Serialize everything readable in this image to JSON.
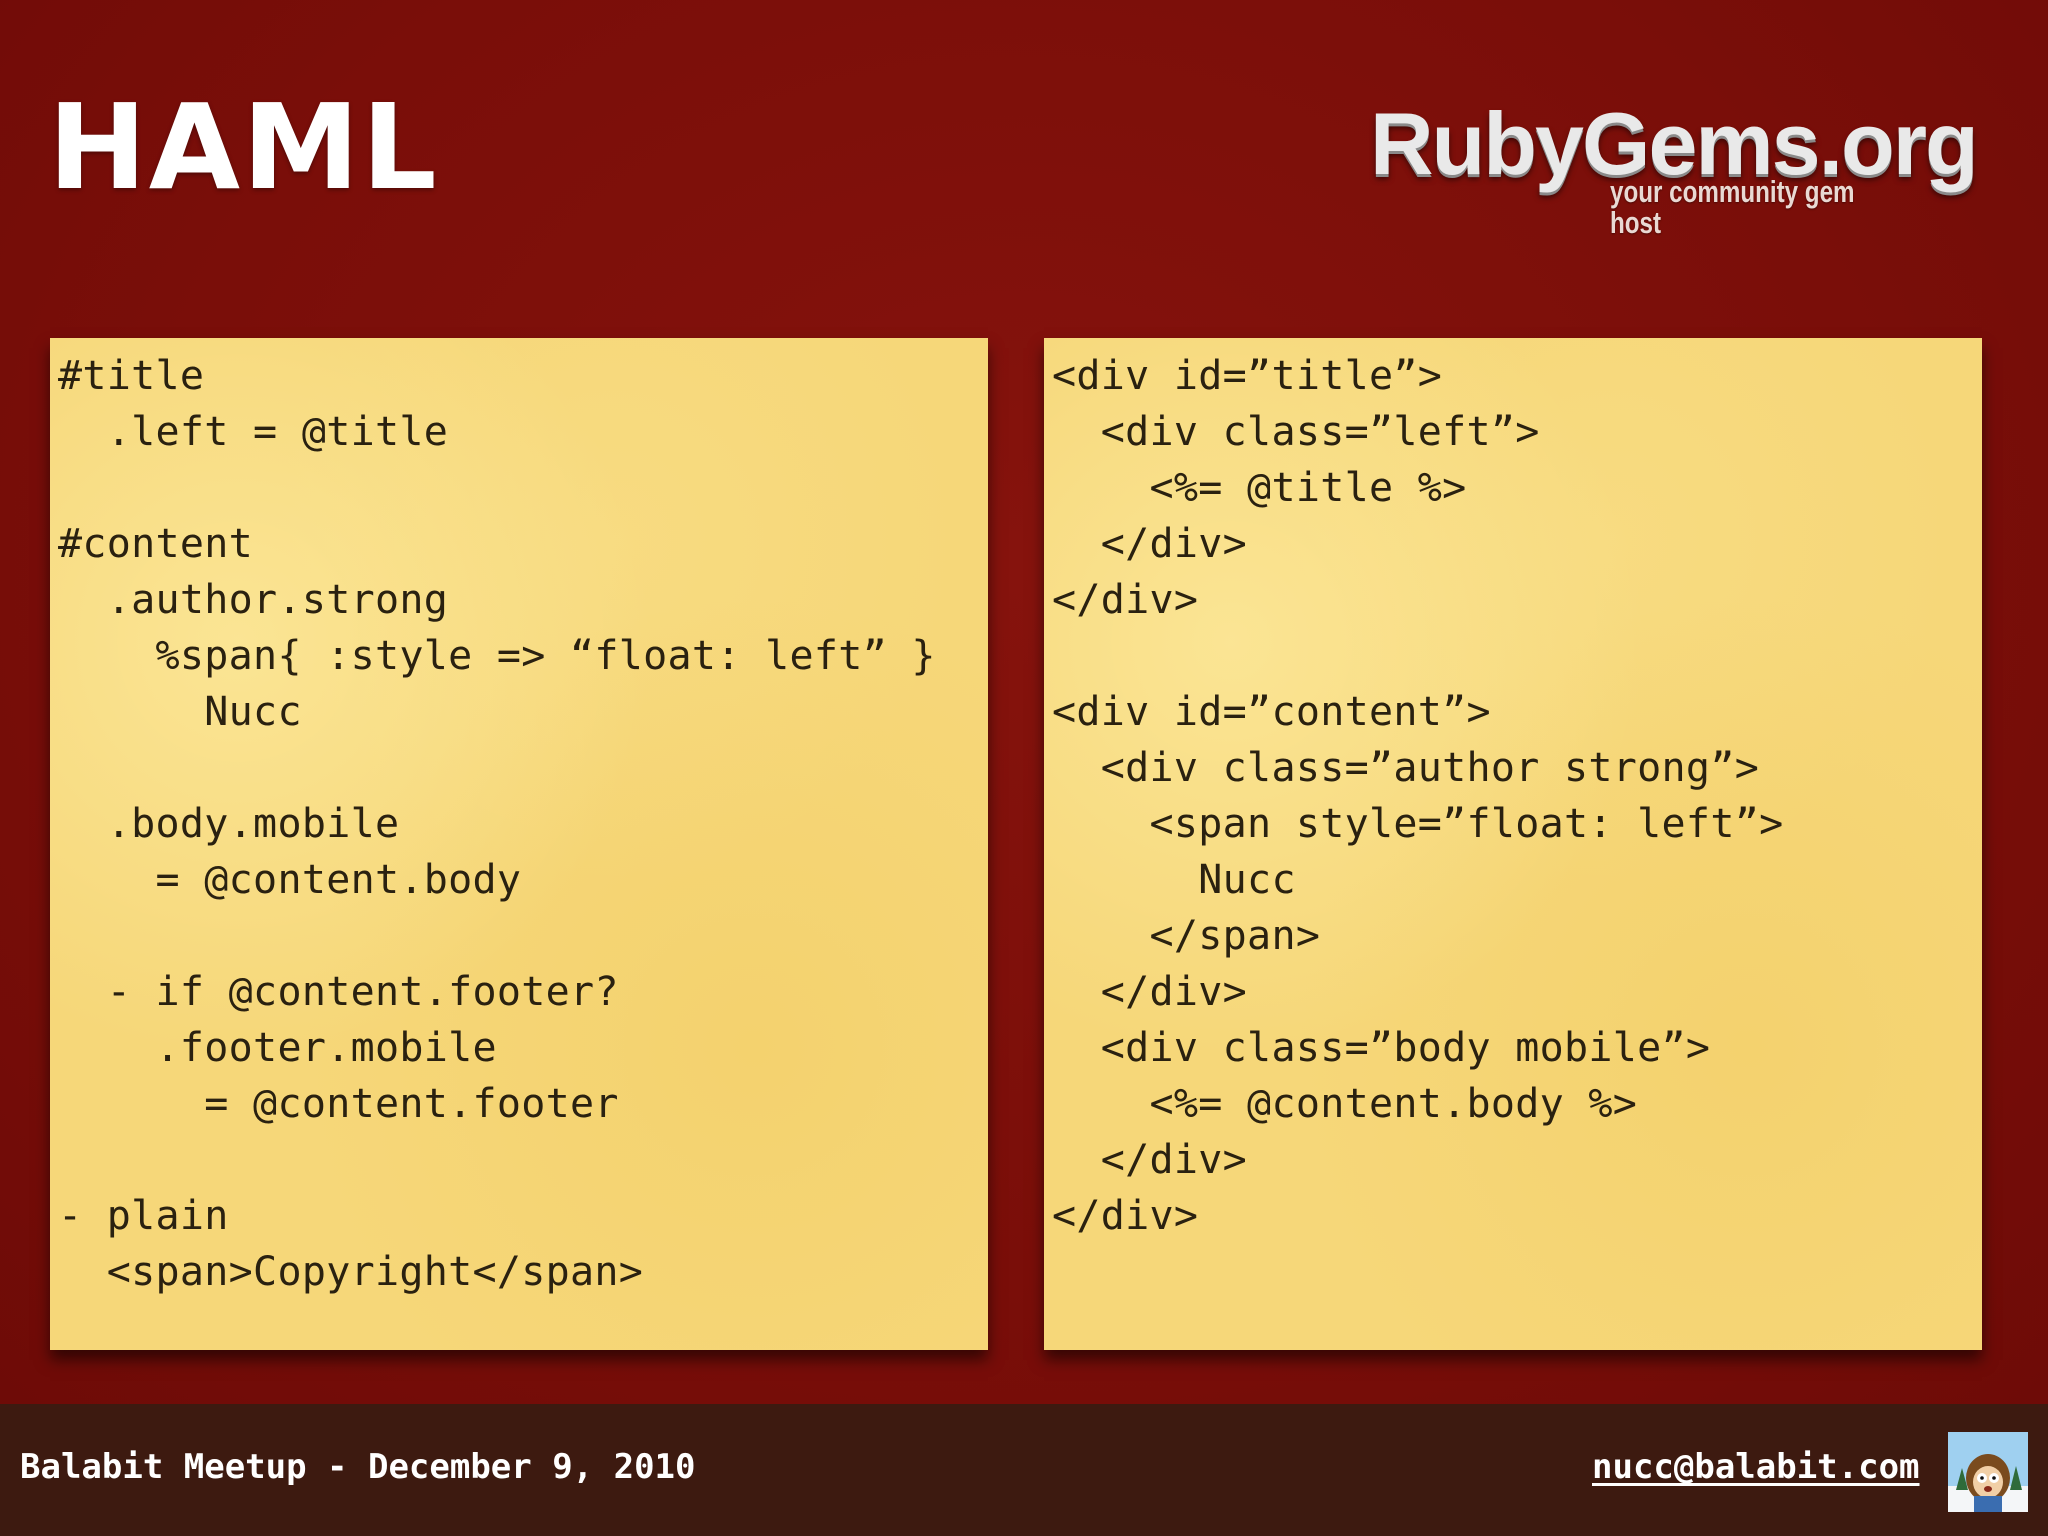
{
  "slide": {
    "title": "HAML",
    "logo": {
      "name": "RubyGems.org",
      "tagline": "your community gem host"
    }
  },
  "haml_panel": {
    "lines": [
      "#title",
      "  .left = @title",
      "",
      "#content",
      "  .author.strong",
      "    %span{ :style => “float: left” }",
      "      Nucc",
      "",
      "  .body.mobile",
      "    = @content.body",
      "",
      "  - if @content.footer?",
      "    .footer.mobile",
      "      = @content.footer",
      "",
      "- plain",
      "  <span>Copyright</span>"
    ]
  },
  "html_panel": {
    "lines": [
      "<div id=”title”>",
      "  <div class=”left”>",
      "    <%= @title %>",
      "  </div>",
      "</div>",
      "",
      "<div id=”content”>",
      "  <div class=”author strong”>",
      "    <span style=”float: left”>",
      "      Nucc",
      "    </span>",
      "  </div>",
      "  <div class=”body mobile”>",
      "    <%= @content.body %>",
      "  </div>",
      "</div>"
    ]
  },
  "footer": {
    "event": "Balabit Meetup - December 9, 2010",
    "email": "nucc@balabit.com",
    "avatar_icon": "cartoon-avatar-icon"
  },
  "colors": {
    "slide_bg": "#7b0f0a",
    "panel_bg": "#f6d779",
    "footer_bg": "#3d1a10",
    "code_text": "#2a2110"
  }
}
